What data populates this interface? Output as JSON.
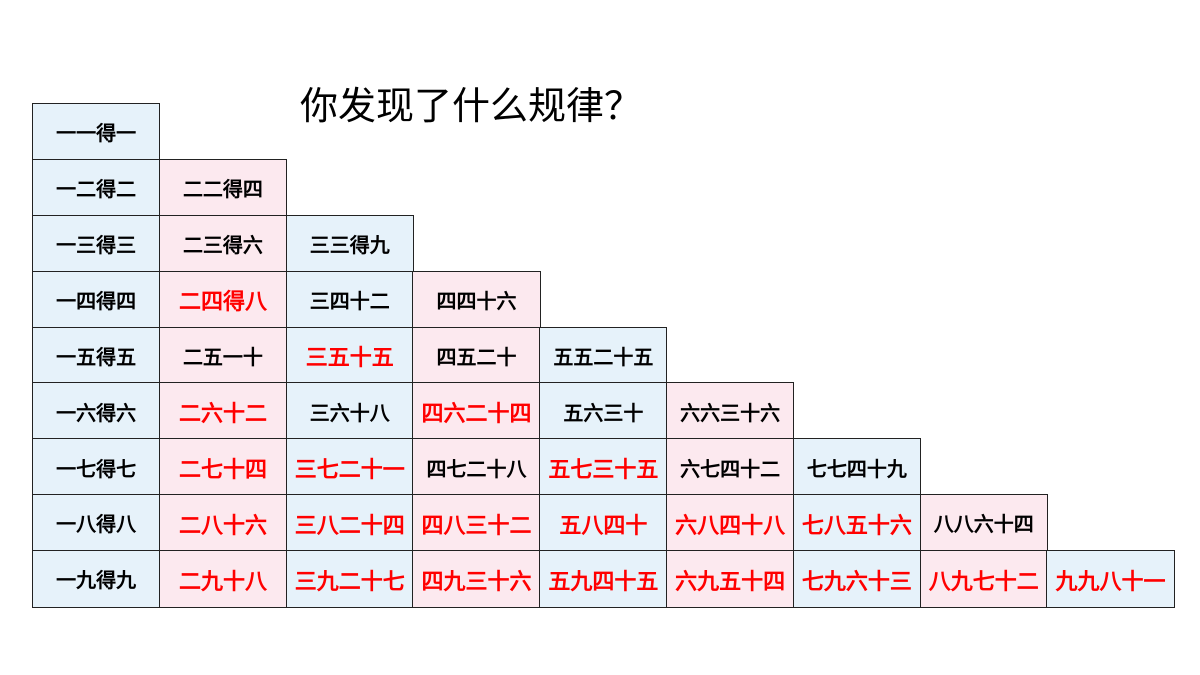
{
  "title": "你发现了什么规律？",
  "colors": {
    "cell_blue": "#e6f2fa",
    "cell_pink": "#fce9ef",
    "text_red": "#ff0000",
    "text_black": "#000000",
    "border": "#222222"
  },
  "table": {
    "rows": [
      [
        {
          "text": "一一得一",
          "red": false
        }
      ],
      [
        {
          "text": "一二得二",
          "red": false
        },
        {
          "text": "二二得四",
          "red": false
        }
      ],
      [
        {
          "text": "一三得三",
          "red": false
        },
        {
          "text": "二三得六",
          "red": false
        },
        {
          "text": "三三得九",
          "red": false
        }
      ],
      [
        {
          "text": "一四得四",
          "red": false
        },
        {
          "text": "二四得八",
          "red": true
        },
        {
          "text": "三四十二",
          "red": false
        },
        {
          "text": "四四十六",
          "red": false
        }
      ],
      [
        {
          "text": "一五得五",
          "red": false
        },
        {
          "text": "二五一十",
          "red": false
        },
        {
          "text": "三五十五",
          "red": true
        },
        {
          "text": "四五二十",
          "red": false
        },
        {
          "text": "五五二十五",
          "red": false
        }
      ],
      [
        {
          "text": "一六得六",
          "red": false
        },
        {
          "text": "二六十二",
          "red": true
        },
        {
          "text": "三六十八",
          "red": false
        },
        {
          "text": "四六二十四",
          "red": true
        },
        {
          "text": "五六三十",
          "red": false
        },
        {
          "text": "六六三十六",
          "red": false
        }
      ],
      [
        {
          "text": "一七得七",
          "red": false
        },
        {
          "text": "二七十四",
          "red": true
        },
        {
          "text": "三七二十一",
          "red": true
        },
        {
          "text": "四七二十八",
          "red": false
        },
        {
          "text": "五七三十五",
          "red": true
        },
        {
          "text": "六七四十二",
          "red": false
        },
        {
          "text": "七七四十九",
          "red": false
        }
      ],
      [
        {
          "text": "一八得八",
          "red": false
        },
        {
          "text": "二八十六",
          "red": true
        },
        {
          "text": "三八二十四",
          "red": true
        },
        {
          "text": "四八三十二",
          "red": true
        },
        {
          "text": "五八四十",
          "red": true
        },
        {
          "text": "六八四十八",
          "red": true
        },
        {
          "text": "七八五十六",
          "red": true
        },
        {
          "text": "八八六十四",
          "red": false
        }
      ],
      [
        {
          "text": "一九得九",
          "red": false
        },
        {
          "text": "二九十八",
          "red": true
        },
        {
          "text": "三九二十七",
          "red": true
        },
        {
          "text": "四九三十六",
          "red": true
        },
        {
          "text": "五九四十五",
          "red": true
        },
        {
          "text": "六九五十四",
          "red": true
        },
        {
          "text": "七九六十三",
          "red": true
        },
        {
          "text": "八九七十二",
          "red": true
        },
        {
          "text": "九九八十一",
          "red": true
        }
      ]
    ]
  }
}
